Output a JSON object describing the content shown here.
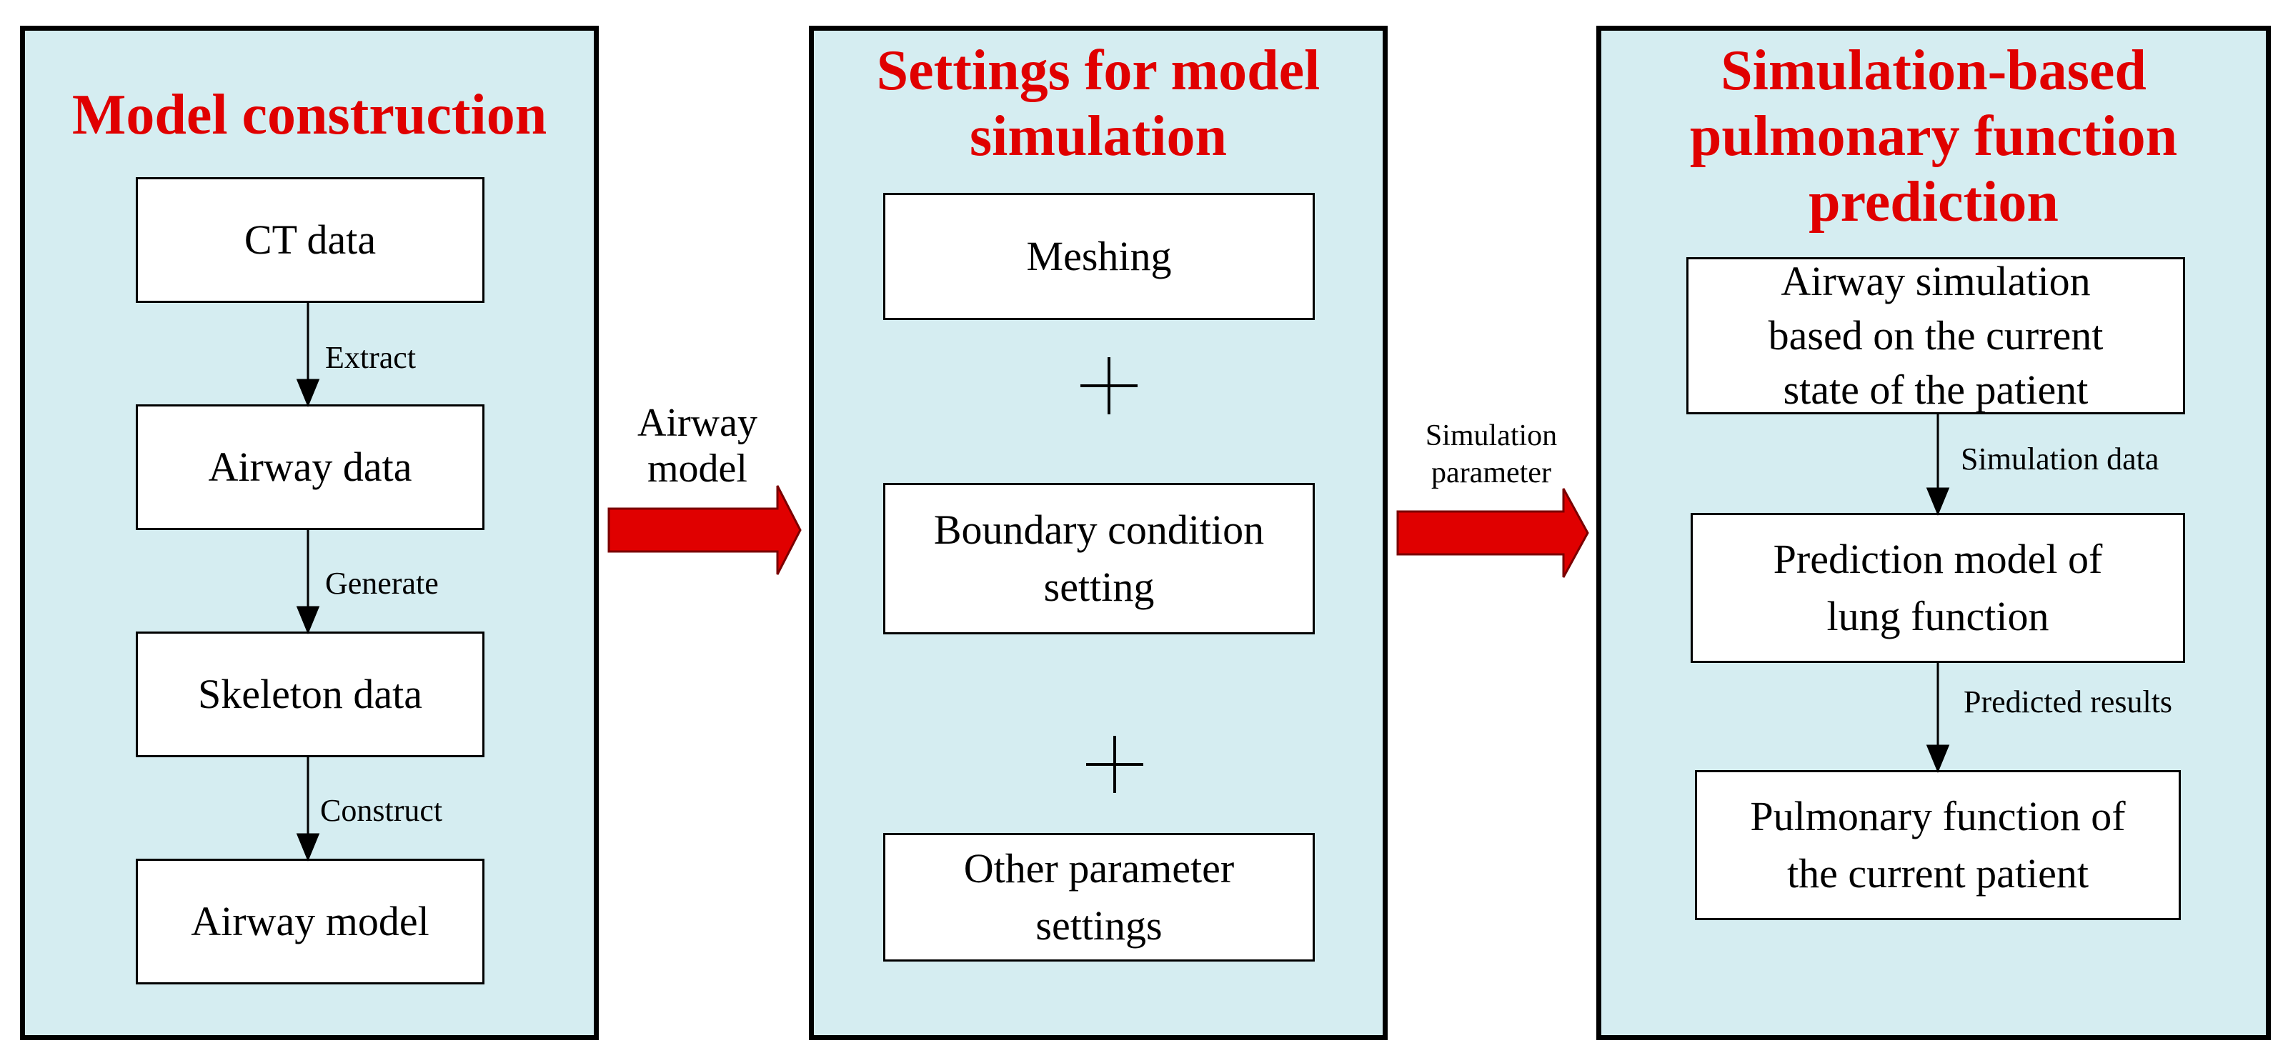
{
  "panels": {
    "construction": {
      "title": "Model construction",
      "boxes": [
        "CT data",
        "Airway data",
        "Skeleton data",
        "Airway model"
      ],
      "arrows": [
        "Extract",
        "Generate",
        "Construct"
      ]
    },
    "settings": {
      "title": "Settings for model simulation",
      "boxes": [
        "Meshing",
        "Boundary condition setting",
        "Other parameter settings"
      ],
      "plus": "+"
    },
    "prediction": {
      "title": "Simulation-based pulmonary function prediction",
      "boxes": [
        "Airway simulation based on the current state of the patient",
        "Prediction model of lung function",
        "Pulmonary function of the current patient"
      ],
      "arrows": [
        "Simulation data",
        "Predicted results"
      ]
    }
  },
  "connectors": {
    "airway_model": "Airway model",
    "simulation_parameter": "Simulation parameter"
  },
  "colors": {
    "panel_fill": "#d5edf1",
    "title": "#e00000",
    "big_arrow": "#e00000"
  }
}
